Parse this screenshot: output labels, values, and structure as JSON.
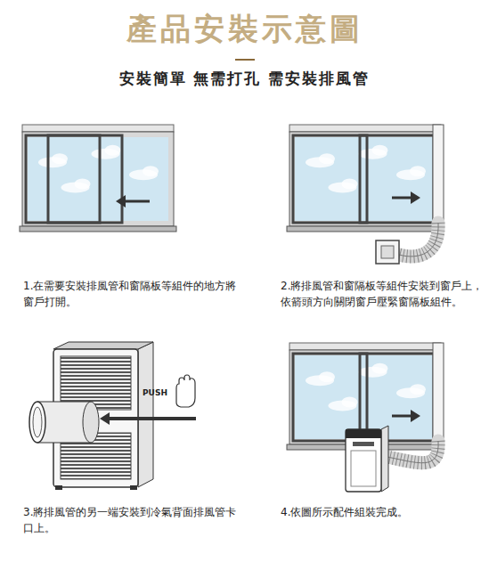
{
  "diagram": {
    "title": "產品安裝示意圖",
    "labels": [
      "安裝簡單 無需打孔 需安裝排風管",
      "1.在需要安裝排風管和窗隔板等組件的地方將窗戶打開。",
      "2.將排風管和窗隔板等組件安裝到窗戶上，依箭頭方向關閉窗戶壓緊窗隔板組件。",
      "3.將排風管的另一端安裝到冷氣背面排風管卡口上。",
      "4.依圖所示配件組裝完成。",
      "PUSH"
    ]
  }
}
